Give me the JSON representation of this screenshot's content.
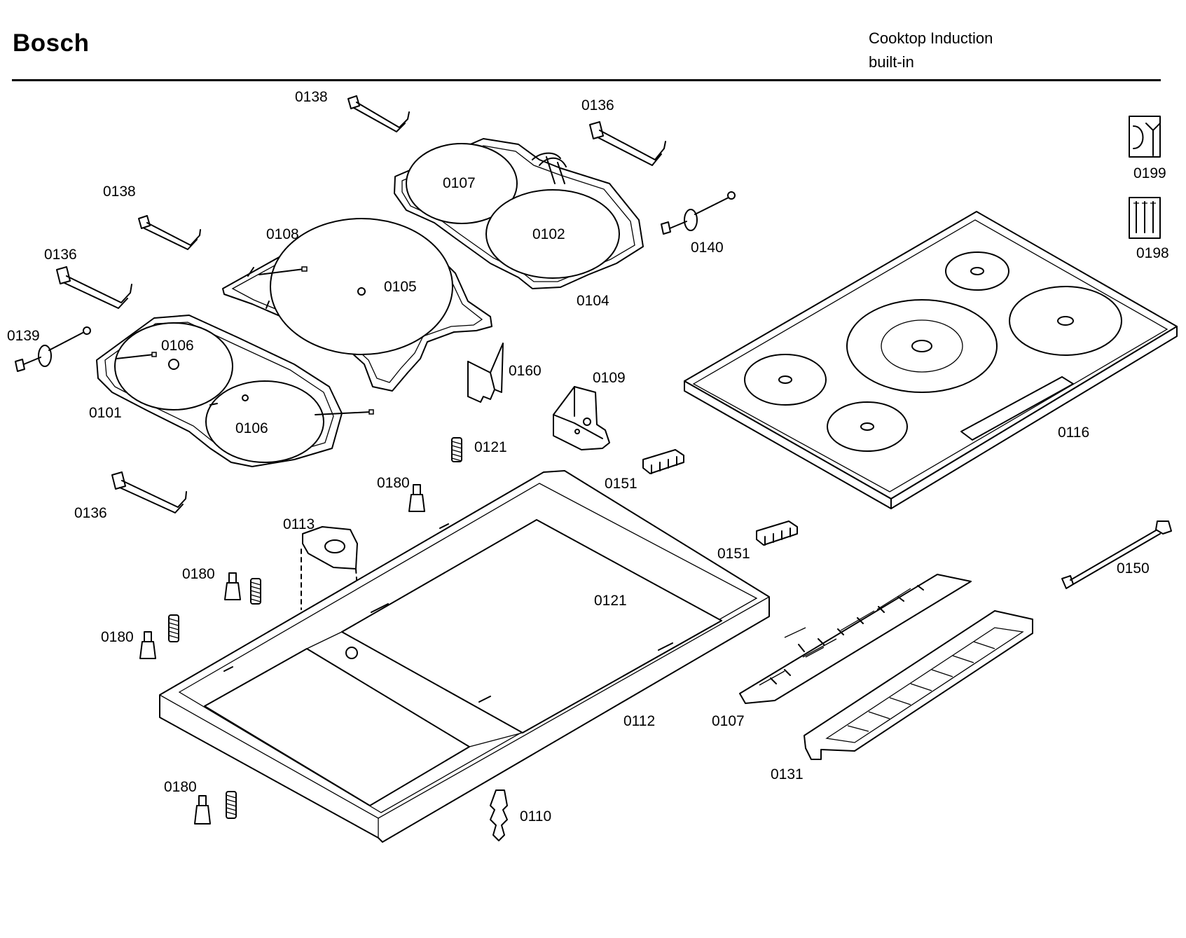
{
  "header": {
    "brand": "Bosch",
    "product_line1": "Cooktop Induction",
    "product_line2": "built-in"
  },
  "labels": {
    "p0138a": "0138",
    "p0136a": "0136",
    "p0138b": "0138",
    "p0136b": "0136",
    "p0139": "0139",
    "p0107a": "0107",
    "p0102": "0102",
    "p0108": "0108",
    "p0105": "0105",
    "p0140": "0140",
    "p0104": "0104",
    "p0106a": "0106",
    "p0106b": "0106",
    "p0101": "0101",
    "p0160": "0160",
    "p0109": "0109",
    "p0121a": "0121",
    "p0151a": "0151",
    "p0180a": "0180",
    "p0136c": "0136",
    "p0113": "0113",
    "p0180b": "0180",
    "p0121b": "0121",
    "p0180c": "0180",
    "p0151b": "0151",
    "p0116": "0116",
    "p0150": "0150",
    "p0199": "0199",
    "p0198": "0198",
    "p0112": "0112",
    "p0107b": "0107",
    "p0131": "0131",
    "p0180d": "0180",
    "p0110": "0110"
  },
  "icons": {
    "service_tool": "wrench-icon",
    "tool_set": "screwdrivers-icon"
  }
}
